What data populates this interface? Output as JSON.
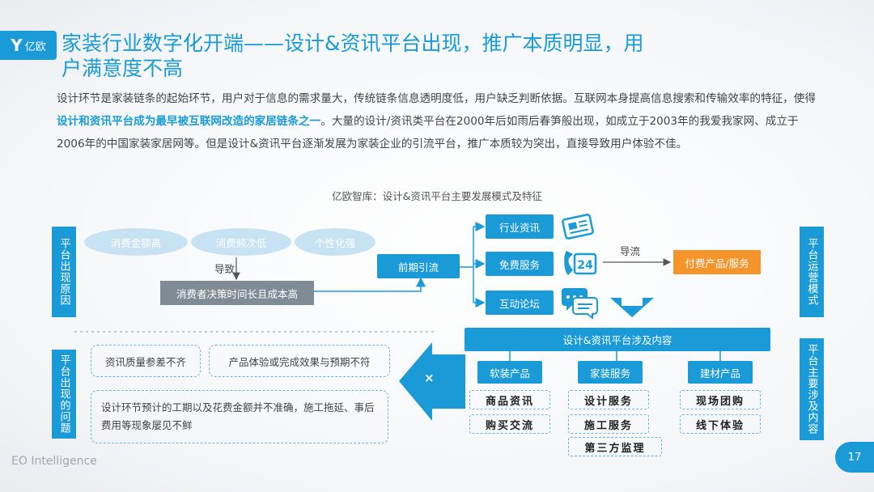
{
  "brand": {
    "logo_text": "亿欧",
    "footer": "EO Intelligence",
    "page_number": "17"
  },
  "title": "家装行业数字化开端——设计&资讯平台出现，推广本质明显，用户满意度不高",
  "paragraph": {
    "part1": "设计环节是家装链条的起始环节，用户对于信息的需求量大，传统链条信息透明度低，用户缺乏判断依据。互联网本身提高信息搜索和传输效率的特征，使得",
    "highlight": "设计和资讯平台成为最早被互联网改造的家居链条之一",
    "part2": "。大量的设计/资讯类平台在2000年后如雨后春笋般出现，如成立于2003年的我爱我家网、成立于2006年的中国家装家居网等。但是设计&资讯平台逐渐发展为家装企业的引流平台，推广本质较为突出，直接导致用户体验不佳。"
  },
  "caption": "亿欧智库：设计&资讯平台主要发展模式及特征",
  "diagram": {
    "left_top_sidebar": "平台出现原因",
    "left_bottom_sidebar": "平台出现的问题",
    "right_top_sidebar": "平台运营模式",
    "right_bottom_sidebar": "平台主要涉及内容",
    "causes": [
      "消费金额高",
      "消费频次低",
      "个性化强"
    ],
    "cause_arrow_label": "导致",
    "cause_result": "消费者决策时间长且成本高",
    "early_traffic": "前期引流",
    "channels": [
      "行业资讯",
      "免费服务",
      "互动论坛"
    ],
    "divert_label": "导流",
    "paid": "付费产品/服务",
    "involves_header": "设计&资讯平台涉及内容",
    "categories": [
      {
        "name": "软装产品",
        "items": [
          "商品资讯",
          "购买交流"
        ]
      },
      {
        "name": "家装服务",
        "items": [
          "设计服务",
          "施工服务",
          "第三方监理"
        ]
      },
      {
        "name": "建材产品",
        "items": [
          "现场团购",
          "线下体验"
        ]
      }
    ],
    "problems": {
      "p1": "资讯质量参差不齐",
      "p2": "产品体验或完成效果与预期不符",
      "p3": "设计环节预计的工期以及花费金额并不准确，施工拖延、事后费用等现象屡见不鲜"
    },
    "cross_mark": "×",
    "icons": {
      "news": "newspaper-icon",
      "free": "24h-phone-icon",
      "forum": "chat-bubble-icon"
    },
    "accent_color": "#1a9bd7",
    "orange_color": "#f5942a"
  }
}
